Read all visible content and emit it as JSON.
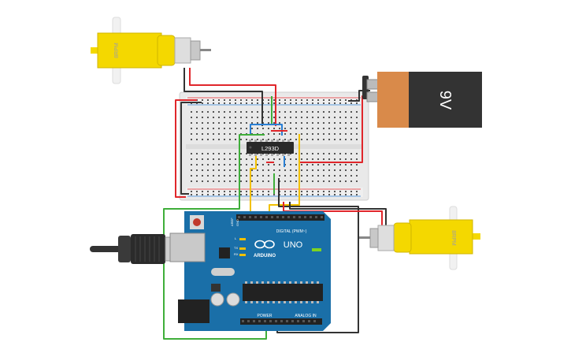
{
  "motor_top": {
    "label": "8RPM"
  },
  "motor_right": {
    "label": "8RPM"
  },
  "battery": {
    "label": "9V"
  },
  "driver_ic": {
    "label": "L293D"
  },
  "arduino": {
    "brand": "ARDUINO",
    "model": "UNO",
    "digital_label": "DIGITAL (PWM~)",
    "power_label": "POWER",
    "analog_label": "ANALOG IN",
    "tx_label": "TX",
    "rx_label": "RX",
    "l_label": "L",
    "aref_label": "AREF",
    "gnd_label": "GND"
  },
  "colors": {
    "wire_red": "#e0262b",
    "wire_black": "#333333",
    "wire_green": "#3fae3a",
    "wire_blue": "#2a7fd4",
    "wire_yellow": "#f2c100",
    "arduino_board": "#1a6fa8",
    "motor_yellow": "#f4d800",
    "battery_orange": "#d98a4a"
  }
}
